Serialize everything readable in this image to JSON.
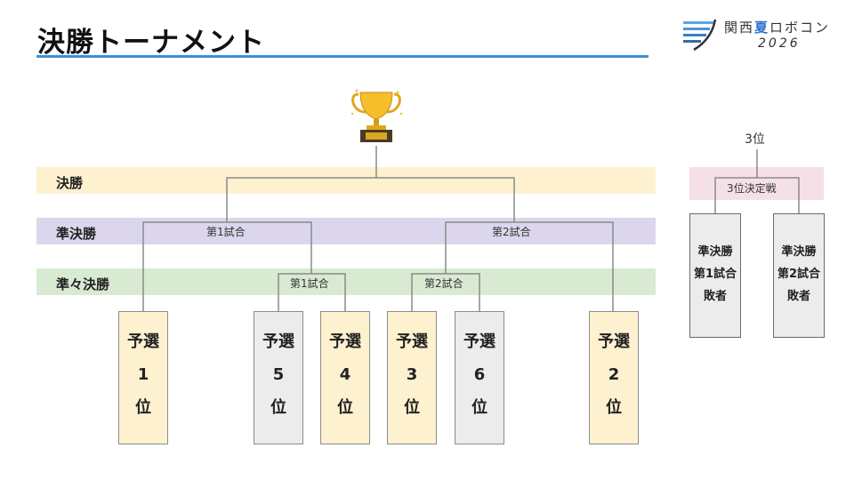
{
  "title": "決勝トーナメント",
  "logo": {
    "line1_a": "関西",
    "line1_b": "夏",
    "line1_c": "ロボコン",
    "line2": "2026"
  },
  "rounds": {
    "final": "決勝",
    "semi": "準決勝",
    "qf": "準々決勝"
  },
  "matches": {
    "semi1": "第1試合",
    "semi2": "第2試合",
    "qf1": "第1試合",
    "qf2": "第2試合"
  },
  "seeds": [
    {
      "l1": "予選",
      "l2": "1",
      "l3": "位",
      "color": "yellow"
    },
    {
      "l1": "予選",
      "l2": "5",
      "l3": "位",
      "color": "gray"
    },
    {
      "l1": "予選",
      "l2": "4",
      "l3": "位",
      "color": "yellow"
    },
    {
      "l1": "予選",
      "l2": "3",
      "l3": "位",
      "color": "yellow"
    },
    {
      "l1": "予選",
      "l2": "6",
      "l3": "位",
      "color": "gray"
    },
    {
      "l1": "予選",
      "l2": "2",
      "l3": "位",
      "color": "yellow"
    }
  ],
  "third_place": {
    "result": "3位",
    "match": "3位決定戦",
    "losers": [
      {
        "l1": "準決勝",
        "l2": "第1試合",
        "l3": "敗者"
      },
      {
        "l1": "準決勝",
        "l2": "第2試合",
        "l3": "敗者"
      }
    ]
  },
  "colors": {
    "accent": "#3d8fe0",
    "line": "#8a8a8a",
    "yellow_box": "#fdf1cf",
    "gray_box": "#ececec"
  },
  "icons": {
    "trophy": "trophy-icon",
    "logo": "wave-logo-icon"
  }
}
